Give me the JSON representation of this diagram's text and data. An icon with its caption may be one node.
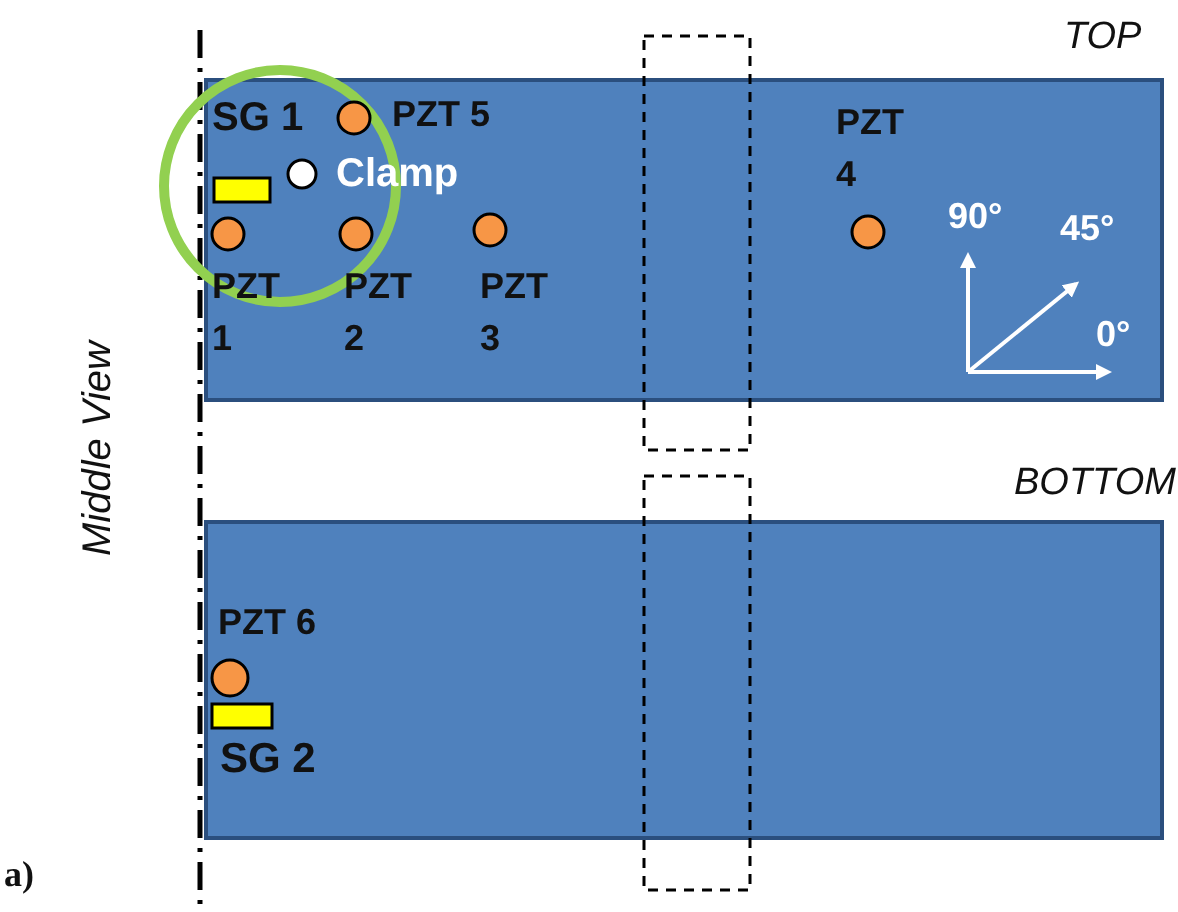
{
  "diagram": {
    "labels": [
      "TOP",
      "SG 1",
      "PZT 5",
      "Clamp",
      "PZT 4",
      "90°",
      "45°",
      "PZT 1",
      "PZT 2",
      "PZT 3",
      "0°",
      "Middle View",
      "BOTTOM",
      "PZT 6",
      "SG 2",
      "a)"
    ]
  }
}
